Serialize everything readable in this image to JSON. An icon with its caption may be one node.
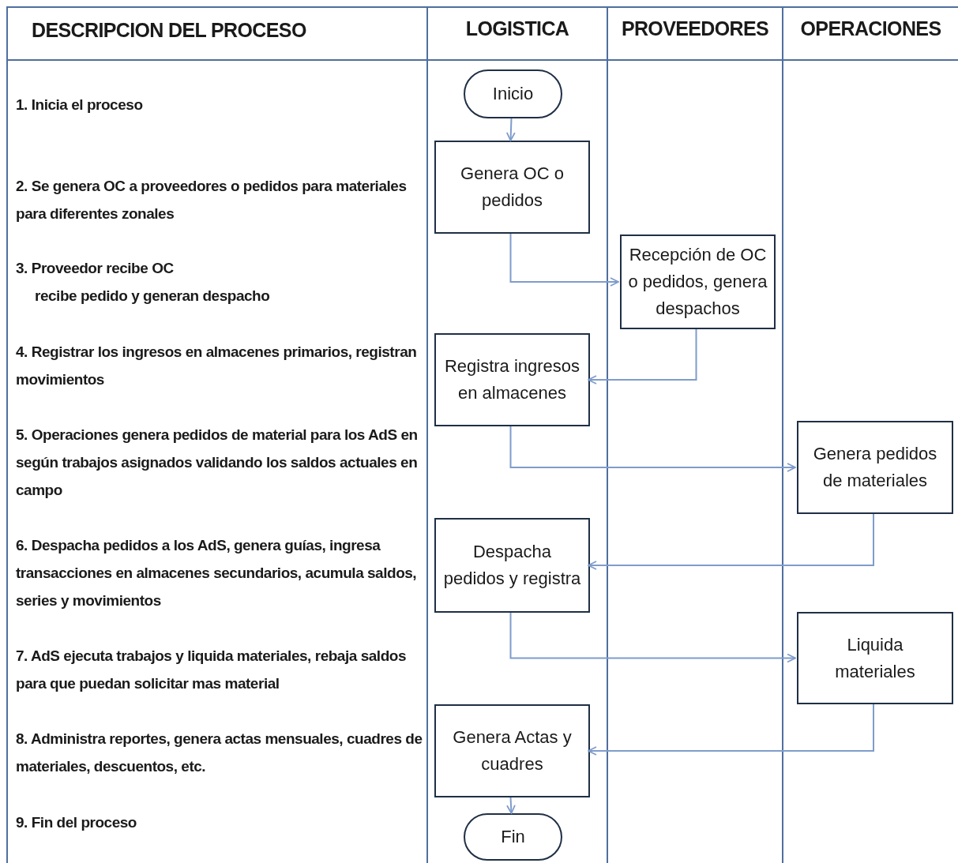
{
  "diagram": {
    "nodes": [
      {
        "text": [
          "LOGISTICA"
        ]
      },
      {
        "text": [
          "PROVEEDORES"
        ]
      },
      {
        "text": [
          "OPERACIONES"
        ]
      },
      {
        "text": [
          "Inicio"
        ],
        "in": 0
      },
      {
        "text": [
          "Genera OC o pedidos"
        ],
        "in": 0
      },
      {
        "text": [
          "Recepción de OC o pedidos, genera despachos"
        ],
        "in": 1
      },
      {
        "text": [
          "Registra ingresos en almacenes"
        ],
        "in": 0
      },
      {
        "text": [
          "Genera pedidos de materiales"
        ],
        "in": 2
      },
      {
        "text": [
          "Despacha pedidos y registra"
        ],
        "in": 0
      },
      {
        "text": [
          "Liquida materiales"
        ],
        "in": 2
      },
      {
        "text": [
          "Genera Actas y cuadres"
        ],
        "in": 0
      },
      {
        "text": [
          "Fin"
        ],
        "in": 0
      }
    ],
    "edges": [
      {
        "from": 3,
        "to": 4,
        "arrow": "to"
      },
      {
        "from": 4,
        "to": 5,
        "arrow": "to"
      },
      {
        "from": 5,
        "to": 6,
        "arrow": "to"
      },
      {
        "from": 6,
        "to": 7,
        "arrow": "to"
      },
      {
        "from": 7,
        "to": 8,
        "arrow": "to"
      },
      {
        "from": 8,
        "to": 9,
        "arrow": "to"
      },
      {
        "from": 9,
        "to": 10,
        "arrow": "to"
      },
      {
        "from": 10,
        "to": 11,
        "arrow": "to"
      }
    ],
    "labels": [
      "DESCRIPCION DEL PROCESO",
      "1. Inicia el proceso",
      "2. Se genera OC a proveedores o pedidos para materiales para diferentes zonales",
      "3. Proveedor recibe OC",
      "recibe pedido y generan despacho",
      "4. Registrar los ingresos en almacenes primarios, registran movimientos",
      "5. Operaciones genera pedidos de material para los AdS en según trabajos asignados validando los saldos actuales en campo",
      "6. Despacha pedidos a los AdS, genera guías, ingresa transacciones en almacenes secundarios, acumula saldos, series y movimientos",
      "7. AdS ejecuta trabajos y liquida materiales, rebaja saldos para que puedan solicitar mas material",
      "8. Administra reportes, genera actas mensuales, cuadres de materiales, descuentos, etc.",
      "9. Fin del proceso"
    ]
  }
}
